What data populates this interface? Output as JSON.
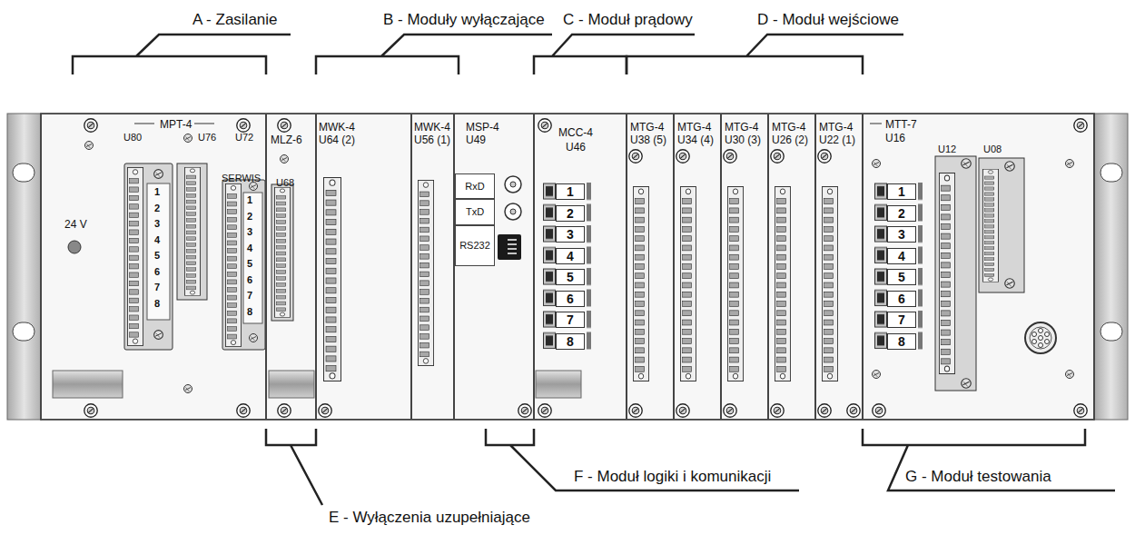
{
  "diagram": {
    "nodes": [
      {
        "text": [
          "MPT-4",
          "U80",
          "U76",
          "U72",
          "24 V",
          "SERWIS"
        ]
      },
      {
        "text": [
          "1",
          "2",
          "3",
          "4",
          "5",
          "6",
          "7",
          "8"
        ],
        "in": 0
      },
      {
        "text": [
          "1",
          "2",
          "3",
          "4",
          "5",
          "6",
          "7",
          "8"
        ],
        "in": 0
      },
      {
        "text": [
          "MLZ-6",
          "U68"
        ]
      },
      {
        "text": [
          "MWK-4",
          "U64 (2)"
        ]
      },
      {
        "text": [
          "MWK-4",
          "U56 (1)"
        ]
      },
      {
        "text": [
          "MSP-4",
          "U49"
        ]
      },
      {
        "text": [
          "RxD"
        ],
        "in": 6
      },
      {
        "text": [
          "TxD"
        ],
        "in": 6
      },
      {
        "text": [
          "RS232"
        ],
        "in": 6
      },
      {
        "text": [
          "MCC-4",
          "U46"
        ]
      },
      {
        "text": [
          "1",
          "2",
          "3",
          "4",
          "5",
          "6",
          "7",
          "8"
        ],
        "in": 10
      },
      {
        "text": [
          "MTG-4",
          "U38 (5)"
        ]
      },
      {
        "text": [
          "MTG-4",
          "U34 (4)"
        ]
      },
      {
        "text": [
          "MTG-4",
          "U30 (3)"
        ]
      },
      {
        "text": [
          "MTG-4",
          "U26 (2)"
        ]
      },
      {
        "text": [
          "MTG-4",
          "U22 (1)"
        ]
      },
      {
        "text": [
          "MTT-7",
          "U16",
          "U12",
          "U08"
        ]
      },
      {
        "text": [
          "1",
          "2",
          "3",
          "4",
          "5",
          "6",
          "7",
          "8"
        ],
        "in": 17
      }
    ],
    "labels": [
      "A - Zasilanie",
      "B - Moduły wyłączające",
      "C - Moduł prądowy",
      "D - Moduł wejściowe",
      "E - Wyłączenia uzupełniające",
      "F - Moduł logiki i komunikacji",
      "G - Moduł testowania"
    ]
  }
}
